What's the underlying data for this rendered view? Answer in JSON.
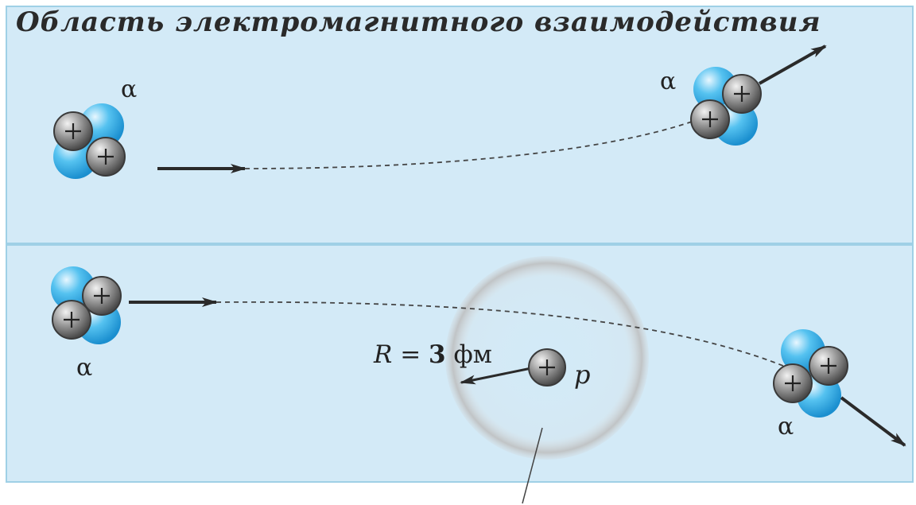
{
  "panel_top": {
    "title": "Область электромагнитного взаимодействия",
    "alpha_in_label": "α",
    "alpha_out_label": "α"
  },
  "panel_bottom": {
    "alpha_in_label": "α",
    "alpha_out_label": "α",
    "radius_variable": "R",
    "radius_equals": " = ",
    "radius_value": "3",
    "radius_unit": " фм",
    "proton_label": "p"
  },
  "particle_symbols": {
    "proton": "+"
  },
  "colors": {
    "panel_fill": "#d3eaf7",
    "panel_border": "#9fd0e6",
    "neutron": "#3fb0e6",
    "proton": "#7a7a7a",
    "arrow": "#2a2a2a",
    "strong_region": "#c9c9c9"
  }
}
